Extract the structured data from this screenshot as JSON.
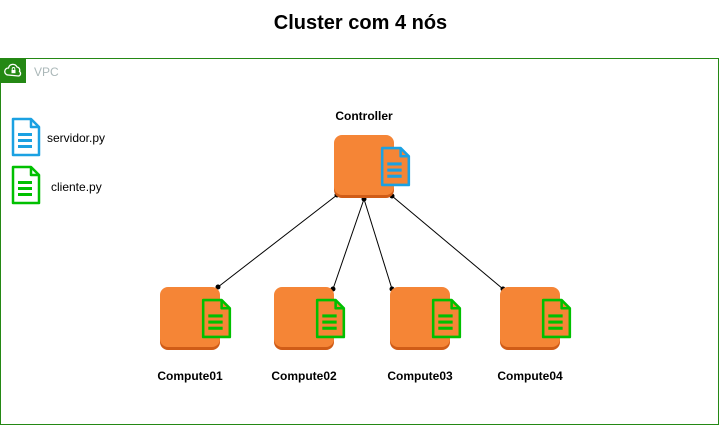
{
  "title": "Cluster com 4 nós",
  "vpc": {
    "label": "VPC",
    "icon": "cloud-lock-icon",
    "border_color": "#248814",
    "label_color": "#aab7b8"
  },
  "legend": [
    {
      "label": "servidor.py",
      "color": "#1ba1e2",
      "icon": "document-icon"
    },
    {
      "label": "cliente.py",
      "color": "#00c000",
      "icon": "document-icon"
    }
  ],
  "nodes": {
    "controller": {
      "label": "Controller",
      "file": "servidor.py"
    },
    "compute": [
      {
        "label": "Compute01",
        "file": "cliente.py"
      },
      {
        "label": "Compute02",
        "file": "cliente.py"
      },
      {
        "label": "Compute03",
        "file": "cliente.py"
      },
      {
        "label": "Compute04",
        "file": "cliente.py"
      }
    ]
  },
  "colors": {
    "node_fill": "#f58536",
    "edge": "#000000"
  }
}
